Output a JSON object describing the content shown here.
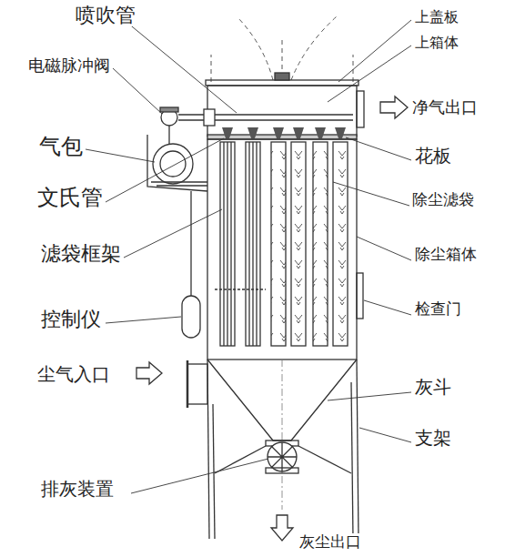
{
  "diagram": {
    "labels": [
      "喷吹管",
      "电磁脉冲阀",
      "气包",
      "文氏管",
      "滤袋框架",
      "控制仪",
      "尘气入口",
      "排灰装置",
      "上盖板",
      "上箱体",
      "净气出口",
      "花板",
      "除尘滤袋",
      "除尘箱体",
      "检查门",
      "灰斗",
      "支架",
      "灰尘出口"
    ]
  }
}
